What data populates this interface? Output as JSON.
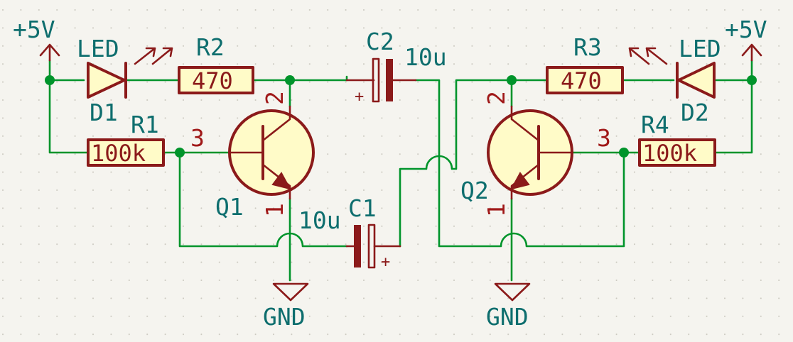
{
  "components": {
    "D1": {
      "ref": "D1",
      "value": "LED"
    },
    "D2": {
      "ref": "D2",
      "value": "LED"
    },
    "R1": {
      "ref": "R1",
      "value": "100k"
    },
    "R2": {
      "ref": "R2",
      "value": "470"
    },
    "R3": {
      "ref": "R3",
      "value": "470"
    },
    "R4": {
      "ref": "R4",
      "value": "100k"
    },
    "C1": {
      "ref": "C1",
      "value": "10u",
      "polarity": "+"
    },
    "C2": {
      "ref": "C2",
      "value": "10u",
      "polarity": "+"
    },
    "Q1": {
      "ref": "Q1",
      "pin_b": "3",
      "pin_c": "2",
      "pin_e": "1"
    },
    "Q2": {
      "ref": "Q2",
      "pin_b": "3",
      "pin_c": "2",
      "pin_e": "1"
    }
  },
  "power": {
    "left_supply": "+5V",
    "right_supply": "+5V",
    "left_ground": "GND",
    "right_ground": "GND"
  },
  "colors": {
    "background": "#f5f4ef",
    "grid": "#c9c7bd",
    "wire": "#00942b",
    "component": "#8b1a1a",
    "component_fill": "#fffbc8",
    "pin_number": "#a01818",
    "label": "#0e6e6e"
  }
}
